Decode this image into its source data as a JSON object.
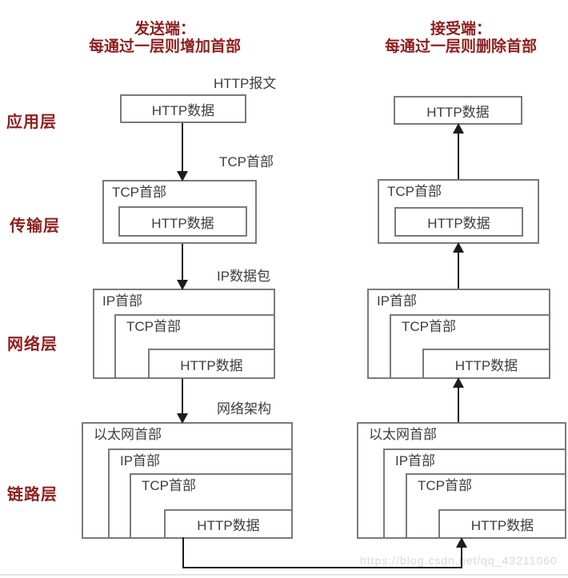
{
  "headings": {
    "sender_line1": "发送端：",
    "sender_line2": "每通过一层则增加首部",
    "receiver_line1": "接受端：",
    "receiver_line2": "每通过一层则删除首部"
  },
  "layer_labels": {
    "application": "应用层",
    "transport": "传输层",
    "network": "网络层",
    "link": "链路层"
  },
  "flow_labels": {
    "http_message": "HTTP报文",
    "tcp_header": "TCP首部",
    "ip_packet": "IP数据包",
    "network_arch": "网络架构"
  },
  "box_labels": {
    "http_data": "HTTP数据",
    "tcp_header": "TCP首部",
    "ip_header": "IP首部",
    "ethernet_header": "以太网首部"
  },
  "watermark": "https://blog.csdn.net/qq_43211060",
  "colors": {
    "accent_red": "#8e1f1f",
    "box_border": "#7a7a7a",
    "box_text": "#3d3d3d",
    "arrow": "#1c1c1c",
    "watermark": "#d9d9d9",
    "bottom_rule": "#f0e0e2"
  }
}
